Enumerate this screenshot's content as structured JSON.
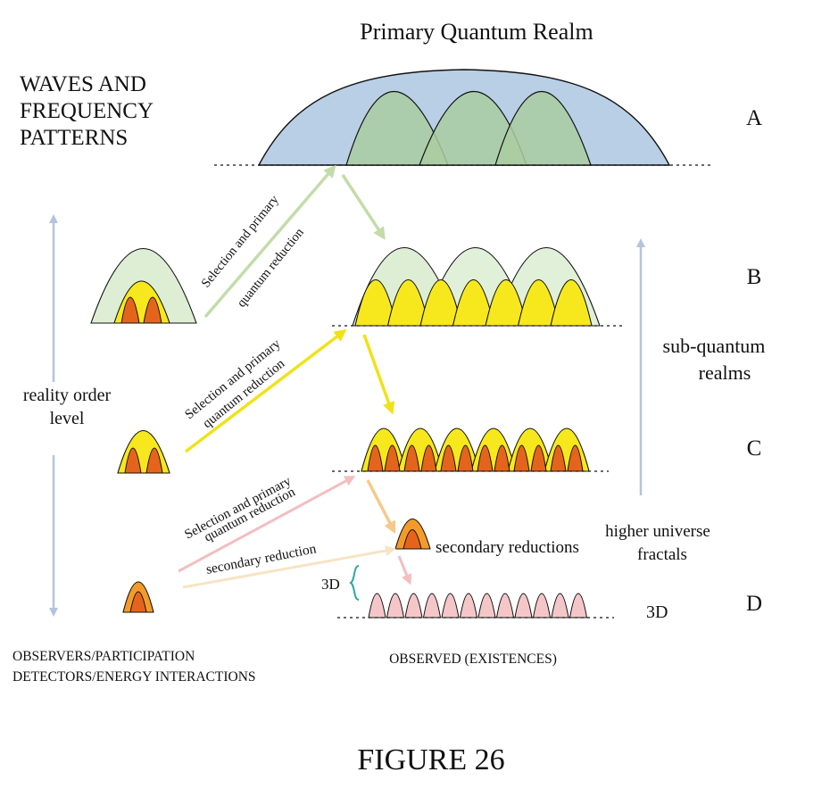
{
  "title": "Primary Quantum Realm",
  "heading": [
    "WAVES AND",
    "FREQUENCY",
    "PATTERNS"
  ],
  "levels": {
    "a": "A",
    "b": "B",
    "c": "C",
    "d": "D"
  },
  "reduction_label": {
    "top": [
      "Selection and primary",
      "quantum reduction"
    ],
    "middle": [
      "Selection and primary",
      "quantum reduction"
    ],
    "lower": [
      "Selection and primary",
      "quantum reduction"
    ],
    "secondary": "secondary reduction"
  },
  "reality_order": [
    "reality order",
    "level"
  ],
  "sub_quantum": [
    "sub-quantum",
    "realms"
  ],
  "higher_fractals": [
    "higher universe",
    "fractals"
  ],
  "secondary_reductions": "secondary reductions",
  "label_3d_left": "3D",
  "label_3d_right": "3D",
  "observers": [
    "OBSERVERS/PARTICIPATION",
    "DETECTORS/ENERGY INTERACTIONS"
  ],
  "observed": "OBSERVED (EXISTENCES)",
  "figure_caption": "FIGURE 26",
  "colors": {
    "blue_realm": "#b9cfe6",
    "green_wave": "#a9cda0",
    "light_green": "#ddeed5",
    "yellow": "#f7e81d",
    "orange": "#f39b2a",
    "red_orange": "#e5641c",
    "pink": "#f5c6c8",
    "axis": "#b3c4dc",
    "arrow_green": "#c3dcaa",
    "arrow_yellow": "#f0e21a",
    "arrow_orange": "#f5c98a",
    "arrow_pink": "#f2bec0",
    "arrow_cream": "#f7e4c4",
    "bracket": "#2aa8a0"
  }
}
